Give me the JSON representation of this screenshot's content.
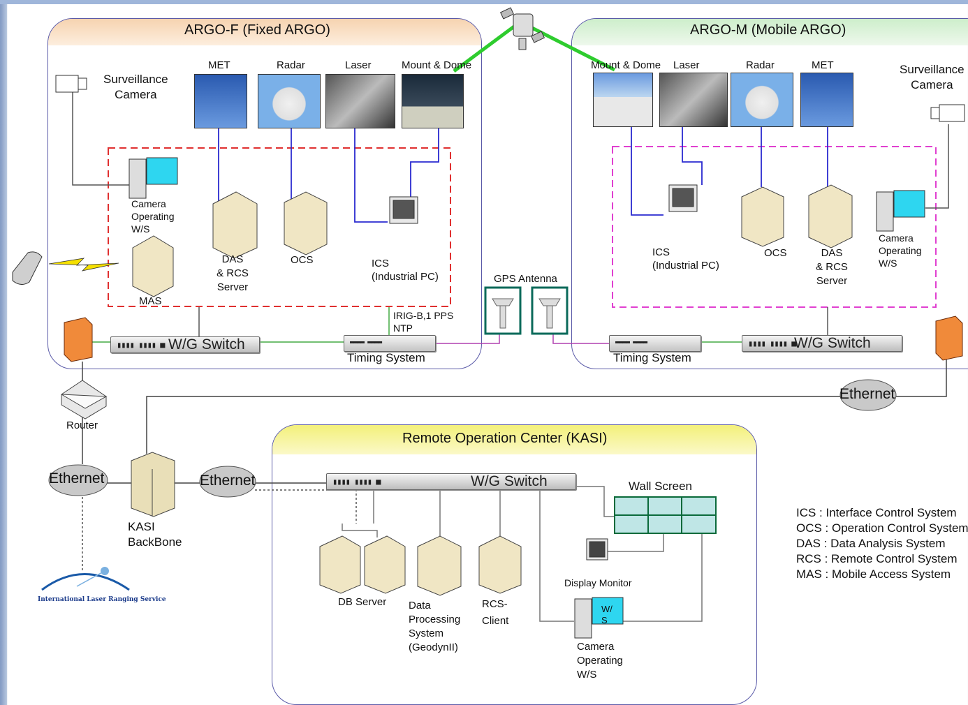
{
  "argo_f": {
    "title": "ARGO-F (Fixed ARGO)",
    "surveillance_camera": "Surveillance\nCamera",
    "met": "MET",
    "radar": "Radar",
    "laser": "Laser",
    "mount_dome": "Mount & Dome",
    "camera_ws": "Camera\nOperating\nW/S",
    "mas": "MAS",
    "das": "DAS\n& RCS\nServer",
    "ocs": "OCS",
    "ics": "ICS\n(Industrial PC)",
    "wg_switch": "W/G Switch",
    "timing": "Timing System",
    "irig": "IRIG-B,1 PPS\nNTP"
  },
  "argo_m": {
    "title": "ARGO-M (Mobile ARGO)",
    "mount_dome": "Mount & Dome",
    "laser": "Laser",
    "radar": "Radar",
    "met": "MET",
    "surveillance_camera": "Surveillance\nCamera",
    "ics": "ICS\n(Industrial PC)",
    "ocs": "OCS",
    "das": "DAS\n& RCS\nServer",
    "camera_ws": "Camera\nOperating\nW/S",
    "timing": "Timing System",
    "wg_switch": "W/G Switch"
  },
  "gps_antenna": "GPS Antenna",
  "network": {
    "ethernet": "Ethernet",
    "router": "Router",
    "kasi_backbone": "KASI\nBackBone",
    "ilrs": "International Laser Ranging Service"
  },
  "roc": {
    "title": "Remote Operation Center (KASI)",
    "wg_switch": "W/G Switch",
    "wall_screen": "Wall Screen",
    "db_server": "DB Server",
    "data_processing": "Data\nProcessing\nSystem\n(GeodynII)",
    "rcs_client": "RCS-\nClient",
    "display_monitor": "Display Monitor",
    "ws_badge": "W/\nS",
    "camera_ws": "Camera\nOperating\nW/S"
  },
  "legend": [
    "ICS  : Interface Control System",
    "OCS : Operation Control System",
    "DAS : Data Analysis System",
    "RCS : Remote Control System",
    "MAS : Mobile Access System"
  ],
  "colors": {
    "argo_f_dashed": "#e03030",
    "argo_m_dashed": "#e040d0",
    "satellite_link": "#2ecc2e",
    "data_line": "#2a2ad0",
    "gps_line": "#b040b0",
    "net_line": "#44aa44",
    "roc_header": "#f3f07a",
    "argo_f_header": "#f6d3b0",
    "argo_m_header": "#d6f0d2"
  }
}
